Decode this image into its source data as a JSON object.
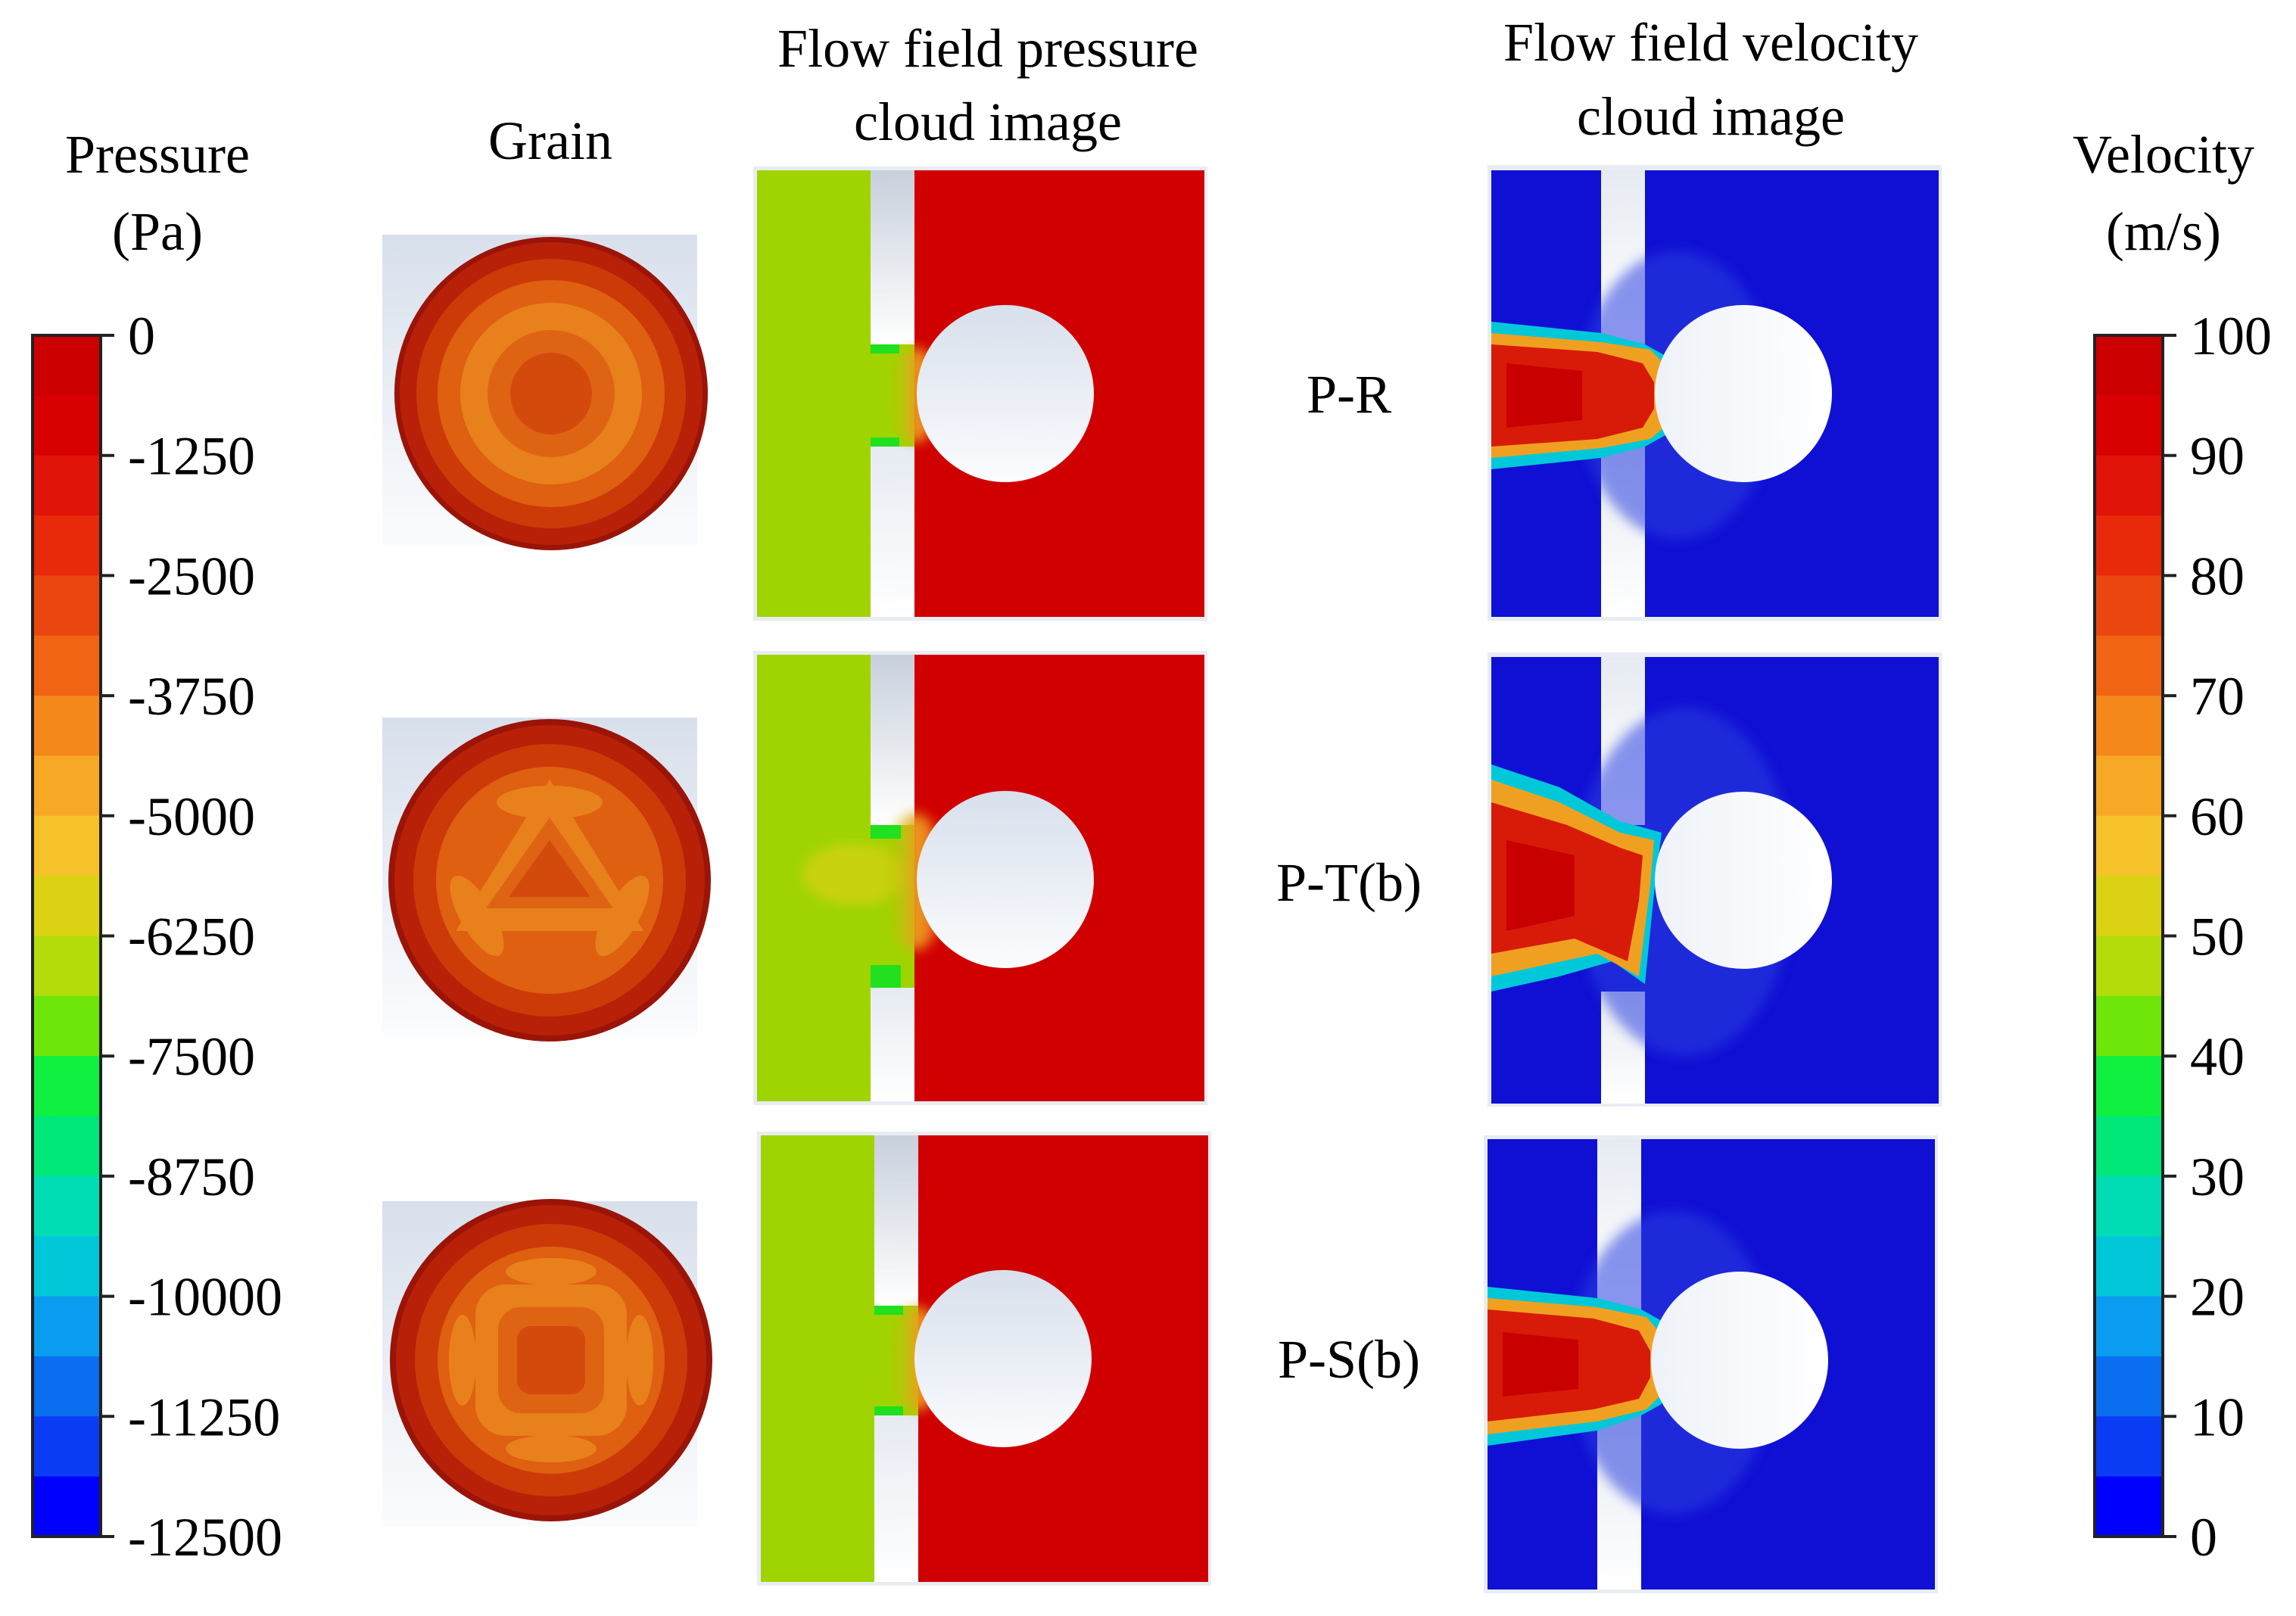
{
  "headers": {
    "grain": "Grain",
    "pressure_line1": "Flow field pressure",
    "pressure_line2": "cloud image",
    "velocity_line1": "Flow field velocity",
    "velocity_line2": "cloud image"
  },
  "pressure_legend": {
    "title_line1": "Pressure",
    "title_line2": "(Pa)",
    "ticks": [
      "0",
      "-1250",
      "-2500",
      "-3750",
      "-5000",
      "-6250",
      "-7500",
      "-8750",
      "-10000",
      "-11250",
      "-12500"
    ]
  },
  "velocity_legend": {
    "title_line1": "Velocity",
    "title_line2": "(m/s)",
    "ticks": [
      "100",
      "90",
      "80",
      "70",
      "60",
      "50",
      "40",
      "30",
      "20",
      "10",
      "0"
    ]
  },
  "colormap": [
    "#0000ff",
    "#0a3cf5",
    "#0a6ef0",
    "#0a9cf0",
    "#00c8d8",
    "#00dcb4",
    "#00e87a",
    "#10f040",
    "#6ee60a",
    "#b4dc0a",
    "#dcd214",
    "#f5c22a",
    "#f7a824",
    "#f5881a",
    "#f06414",
    "#ec4610",
    "#e82a0a",
    "#e01408",
    "#d80000",
    "#cc0000"
  ],
  "cases": [
    {
      "label": "P-R",
      "grain_shape": "round"
    },
    {
      "label": "P-T(b)",
      "grain_shape": "triangular"
    },
    {
      "label": "P-S(b)",
      "grain_shape": "square"
    }
  ]
}
